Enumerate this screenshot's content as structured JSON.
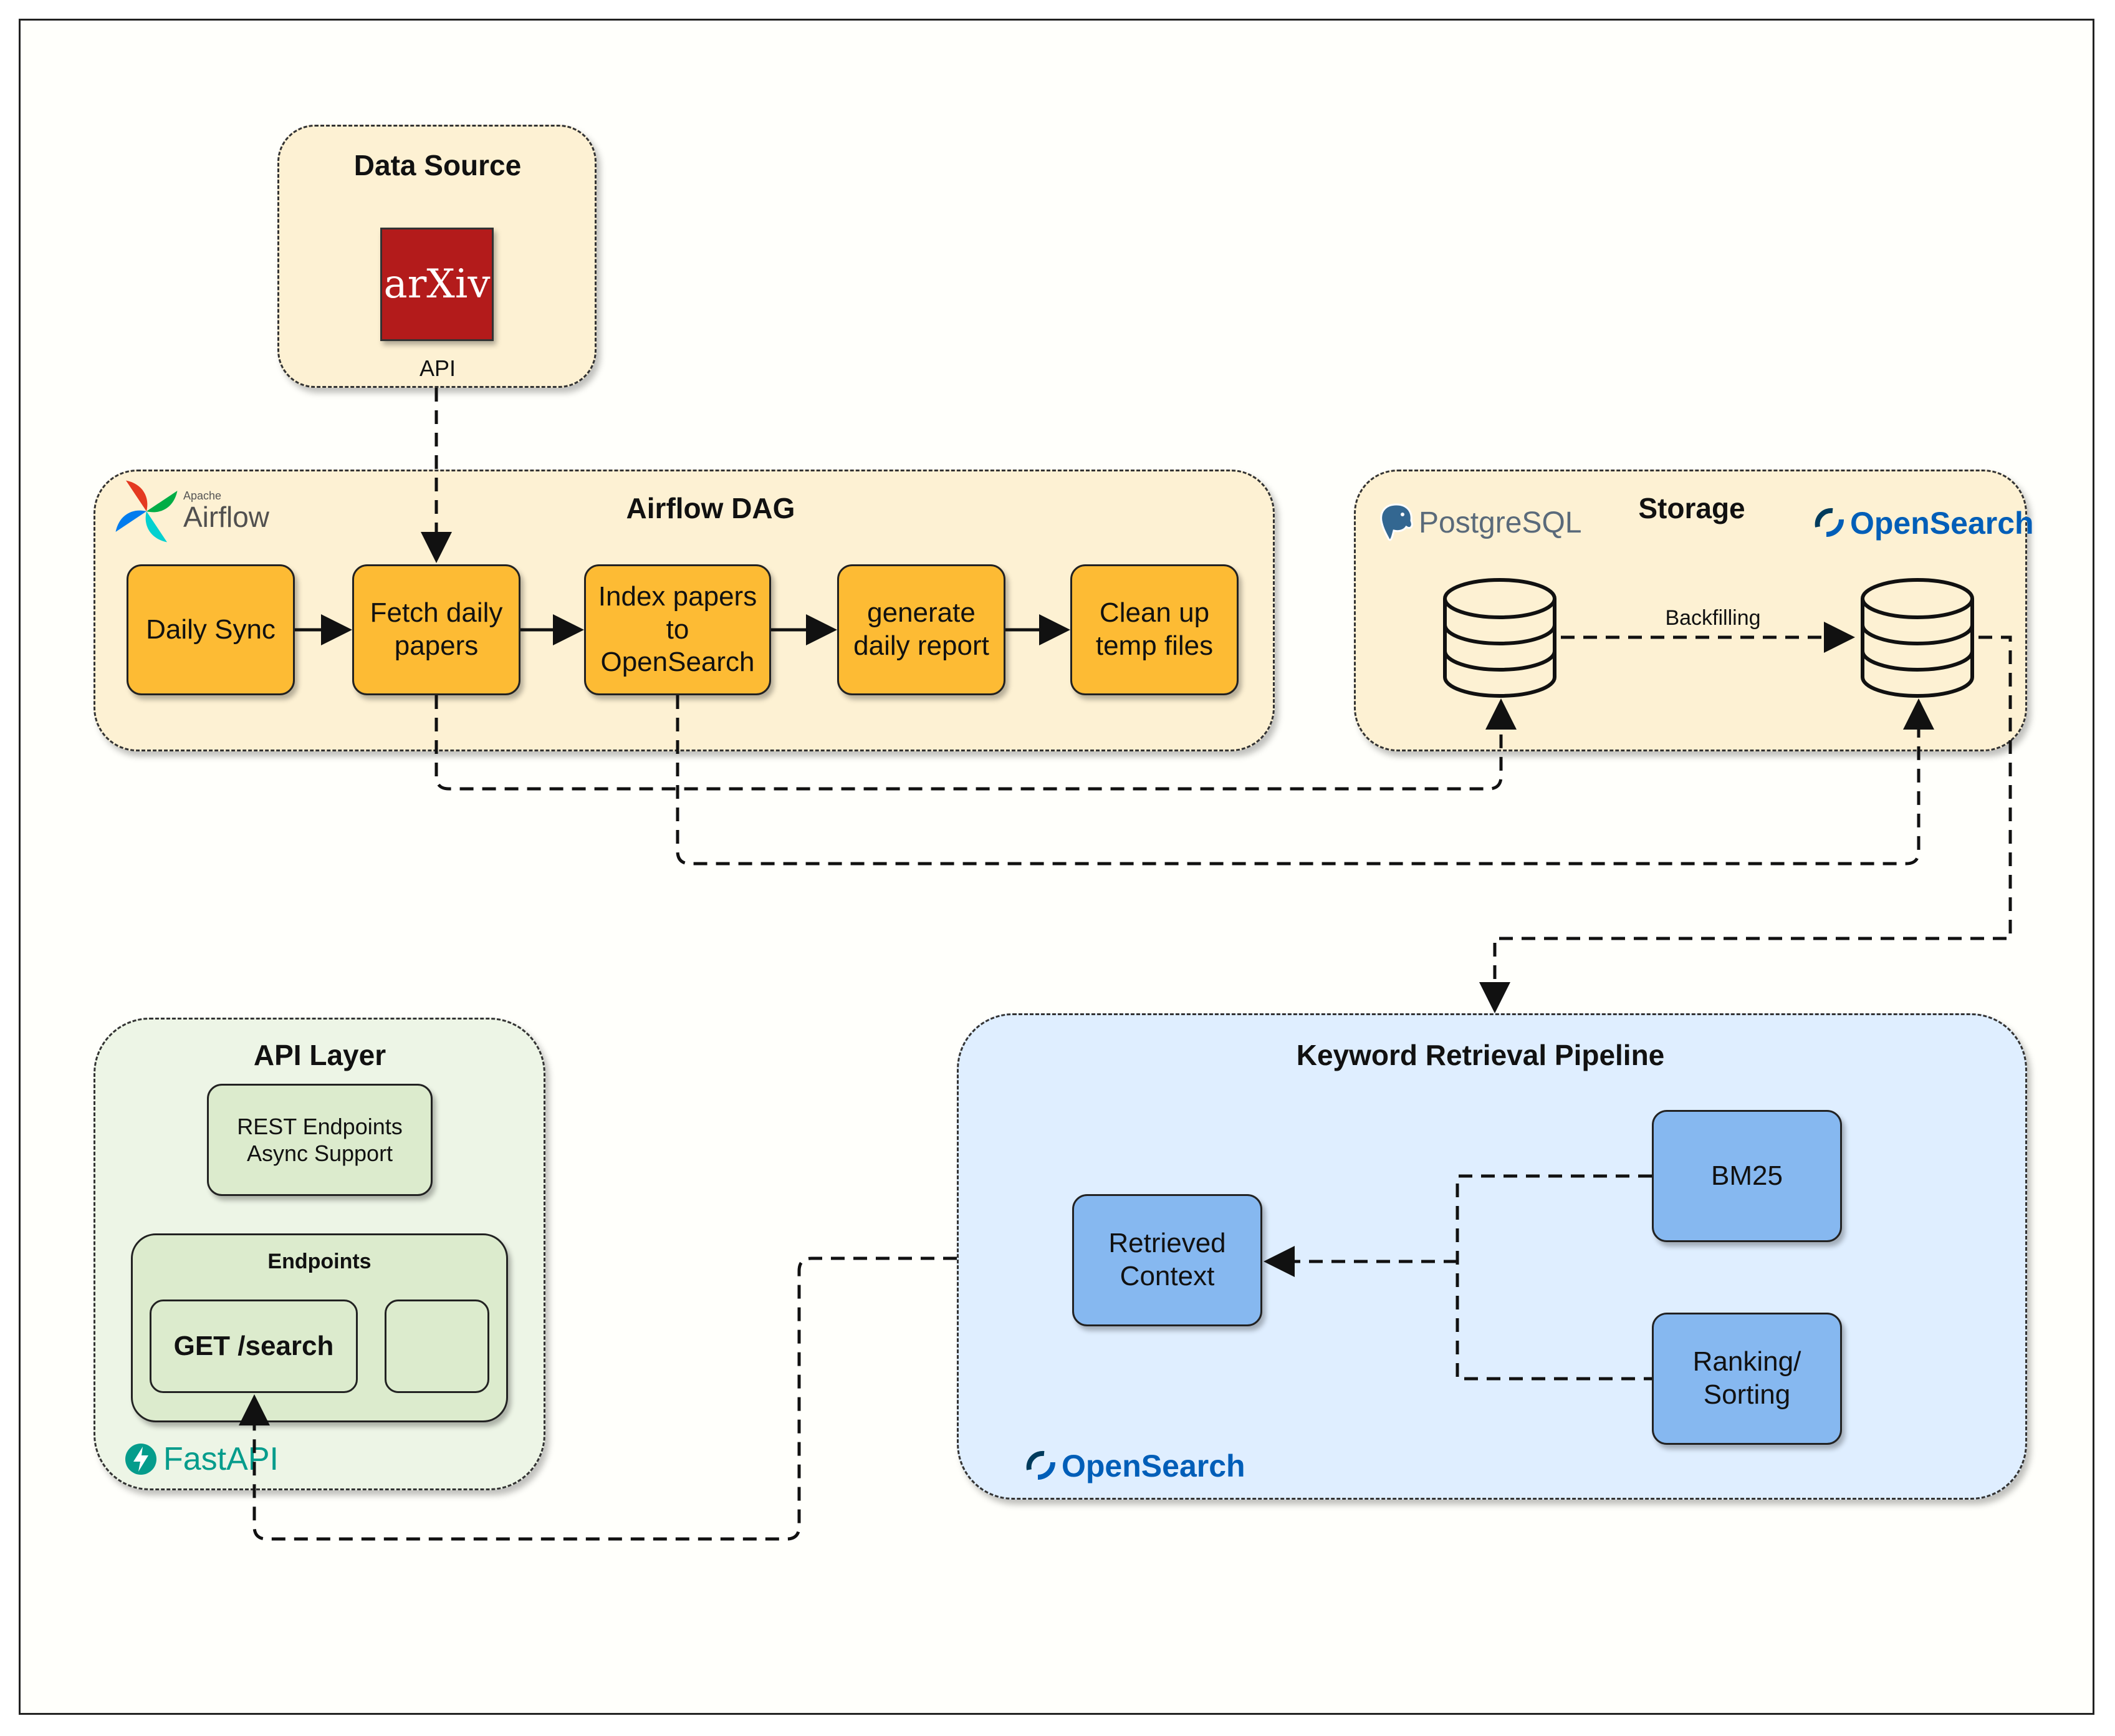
{
  "source": {
    "title": "Data Source",
    "logo": "arXiv",
    "api_label": "API"
  },
  "airflow": {
    "title": "Airflow DAG",
    "logo_small": "Apache",
    "logo_name": "Airflow",
    "tasks": [
      "Daily Sync",
      "Fetch daily papers",
      "Index papers to OpenSearch",
      "generate daily report",
      "Clean up temp files"
    ]
  },
  "storage": {
    "title": "Storage",
    "postgres_logo": "PostgreSQL",
    "opensearch_logo": "OpenSearch",
    "edge_label": "Backfilling"
  },
  "api": {
    "title": "API Layer",
    "features": [
      "REST Endpoints",
      "Async Support"
    ],
    "endpoints_title": "Endpoints",
    "endpoint_search": "GET /search",
    "endpoint_empty": "",
    "logo": "FastAPI"
  },
  "retrieval": {
    "title": "Keyword Retrieval Pipeline",
    "context": "Retrieved Context",
    "bm25": "BM25",
    "ranking": "Ranking/ Sorting",
    "logo": "OpenSearch"
  },
  "colors": {
    "task_orange": "#fdbb34",
    "retrieval_blue": "#86b8f0",
    "arxiv_red": "#b31b1b",
    "opensearch_blue": "#005eb8",
    "fastapi_teal": "#059c8c"
  },
  "icons": [
    "airflow-pinwheel-icon",
    "postgresql-elephant-icon",
    "opensearch-icon",
    "fastapi-icon",
    "database-icon"
  ]
}
